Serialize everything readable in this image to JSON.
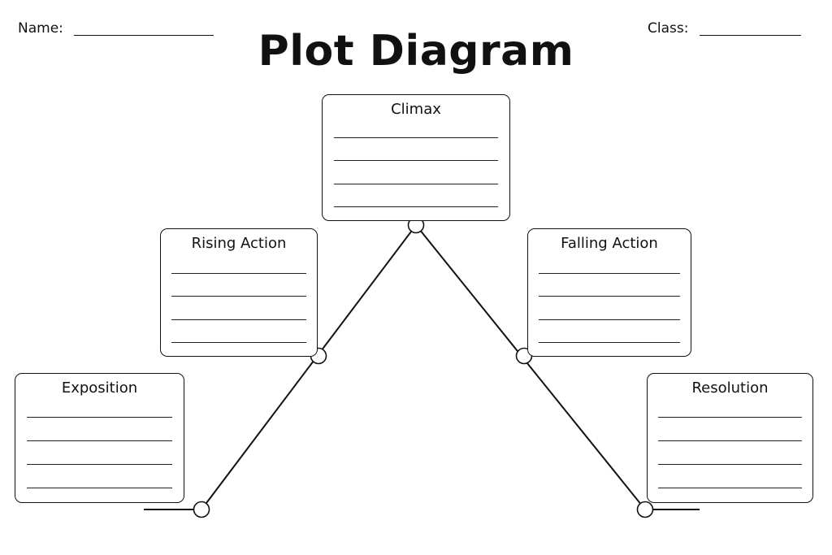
{
  "header": {
    "name_label": "Name:",
    "class_label": "Class:",
    "title": "Plot Diagram"
  },
  "stages": {
    "exposition": {
      "label": "Exposition"
    },
    "rising_action": {
      "label": "Rising Action"
    },
    "climax": {
      "label": "Climax"
    },
    "falling_action": {
      "label": "Falling Action"
    },
    "resolution": {
      "label": "Resolution"
    }
  },
  "colors": {
    "ink": "#111111",
    "background": "#ffffff"
  }
}
